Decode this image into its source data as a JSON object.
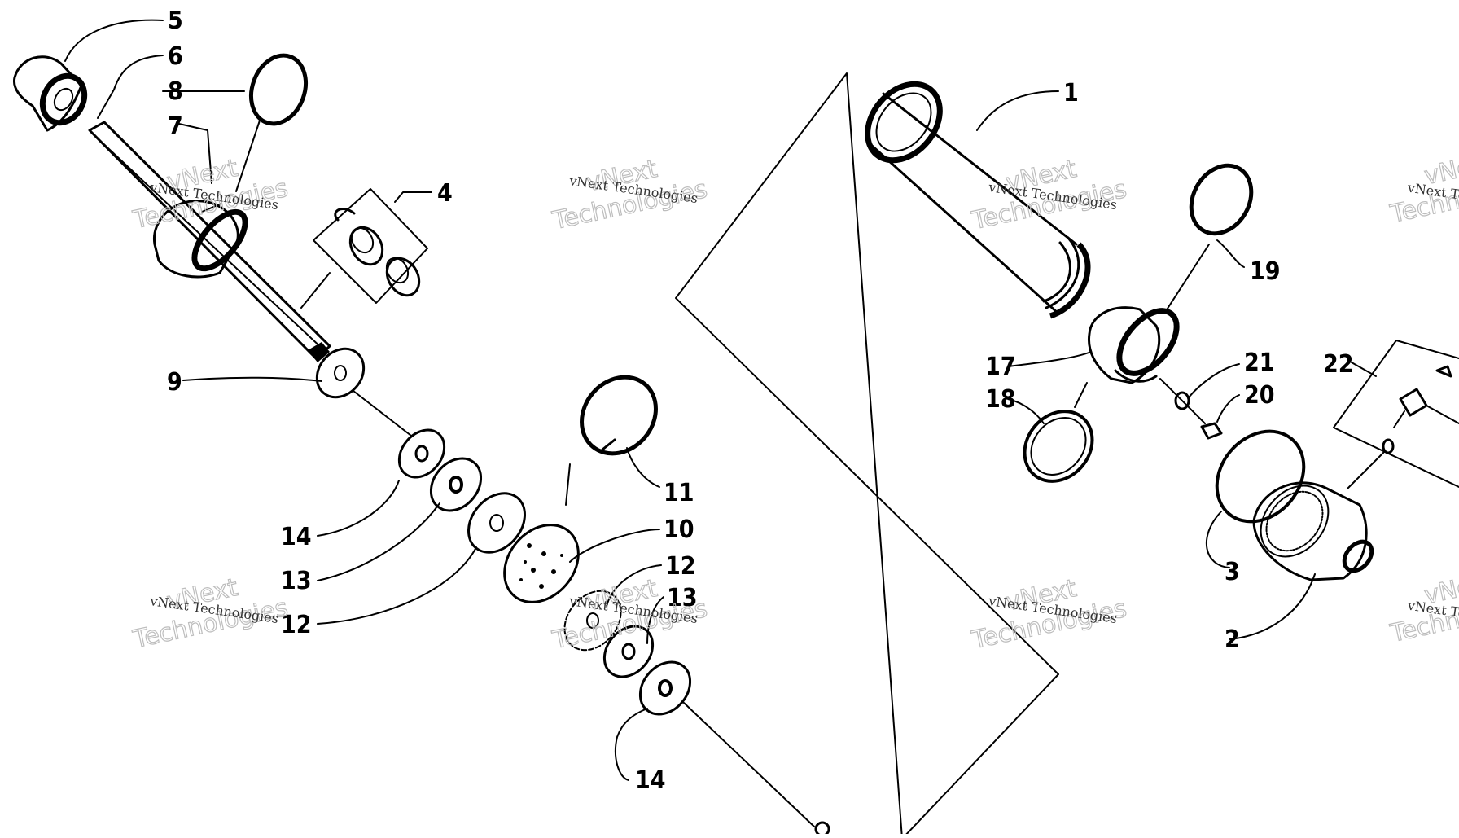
{
  "diagram": {
    "labels": {
      "l1": "1",
      "l2": "2",
      "l3": "3",
      "l4": "4",
      "l5": "5",
      "l6": "6",
      "l7": "7",
      "l8": "8",
      "l9": "9",
      "l10": "10",
      "l11": "11",
      "l12a": "12",
      "l12b": "12",
      "l13a": "13",
      "l13b": "13",
      "l14a": "14",
      "l14b": "14",
      "l17": "17",
      "l18": "18",
      "l19": "19",
      "l20": "20",
      "l21": "21",
      "l22": "22"
    },
    "watermark": {
      "line1": "vNext Technologies",
      "line2": "vNext",
      "line3": "Technologies"
    }
  }
}
